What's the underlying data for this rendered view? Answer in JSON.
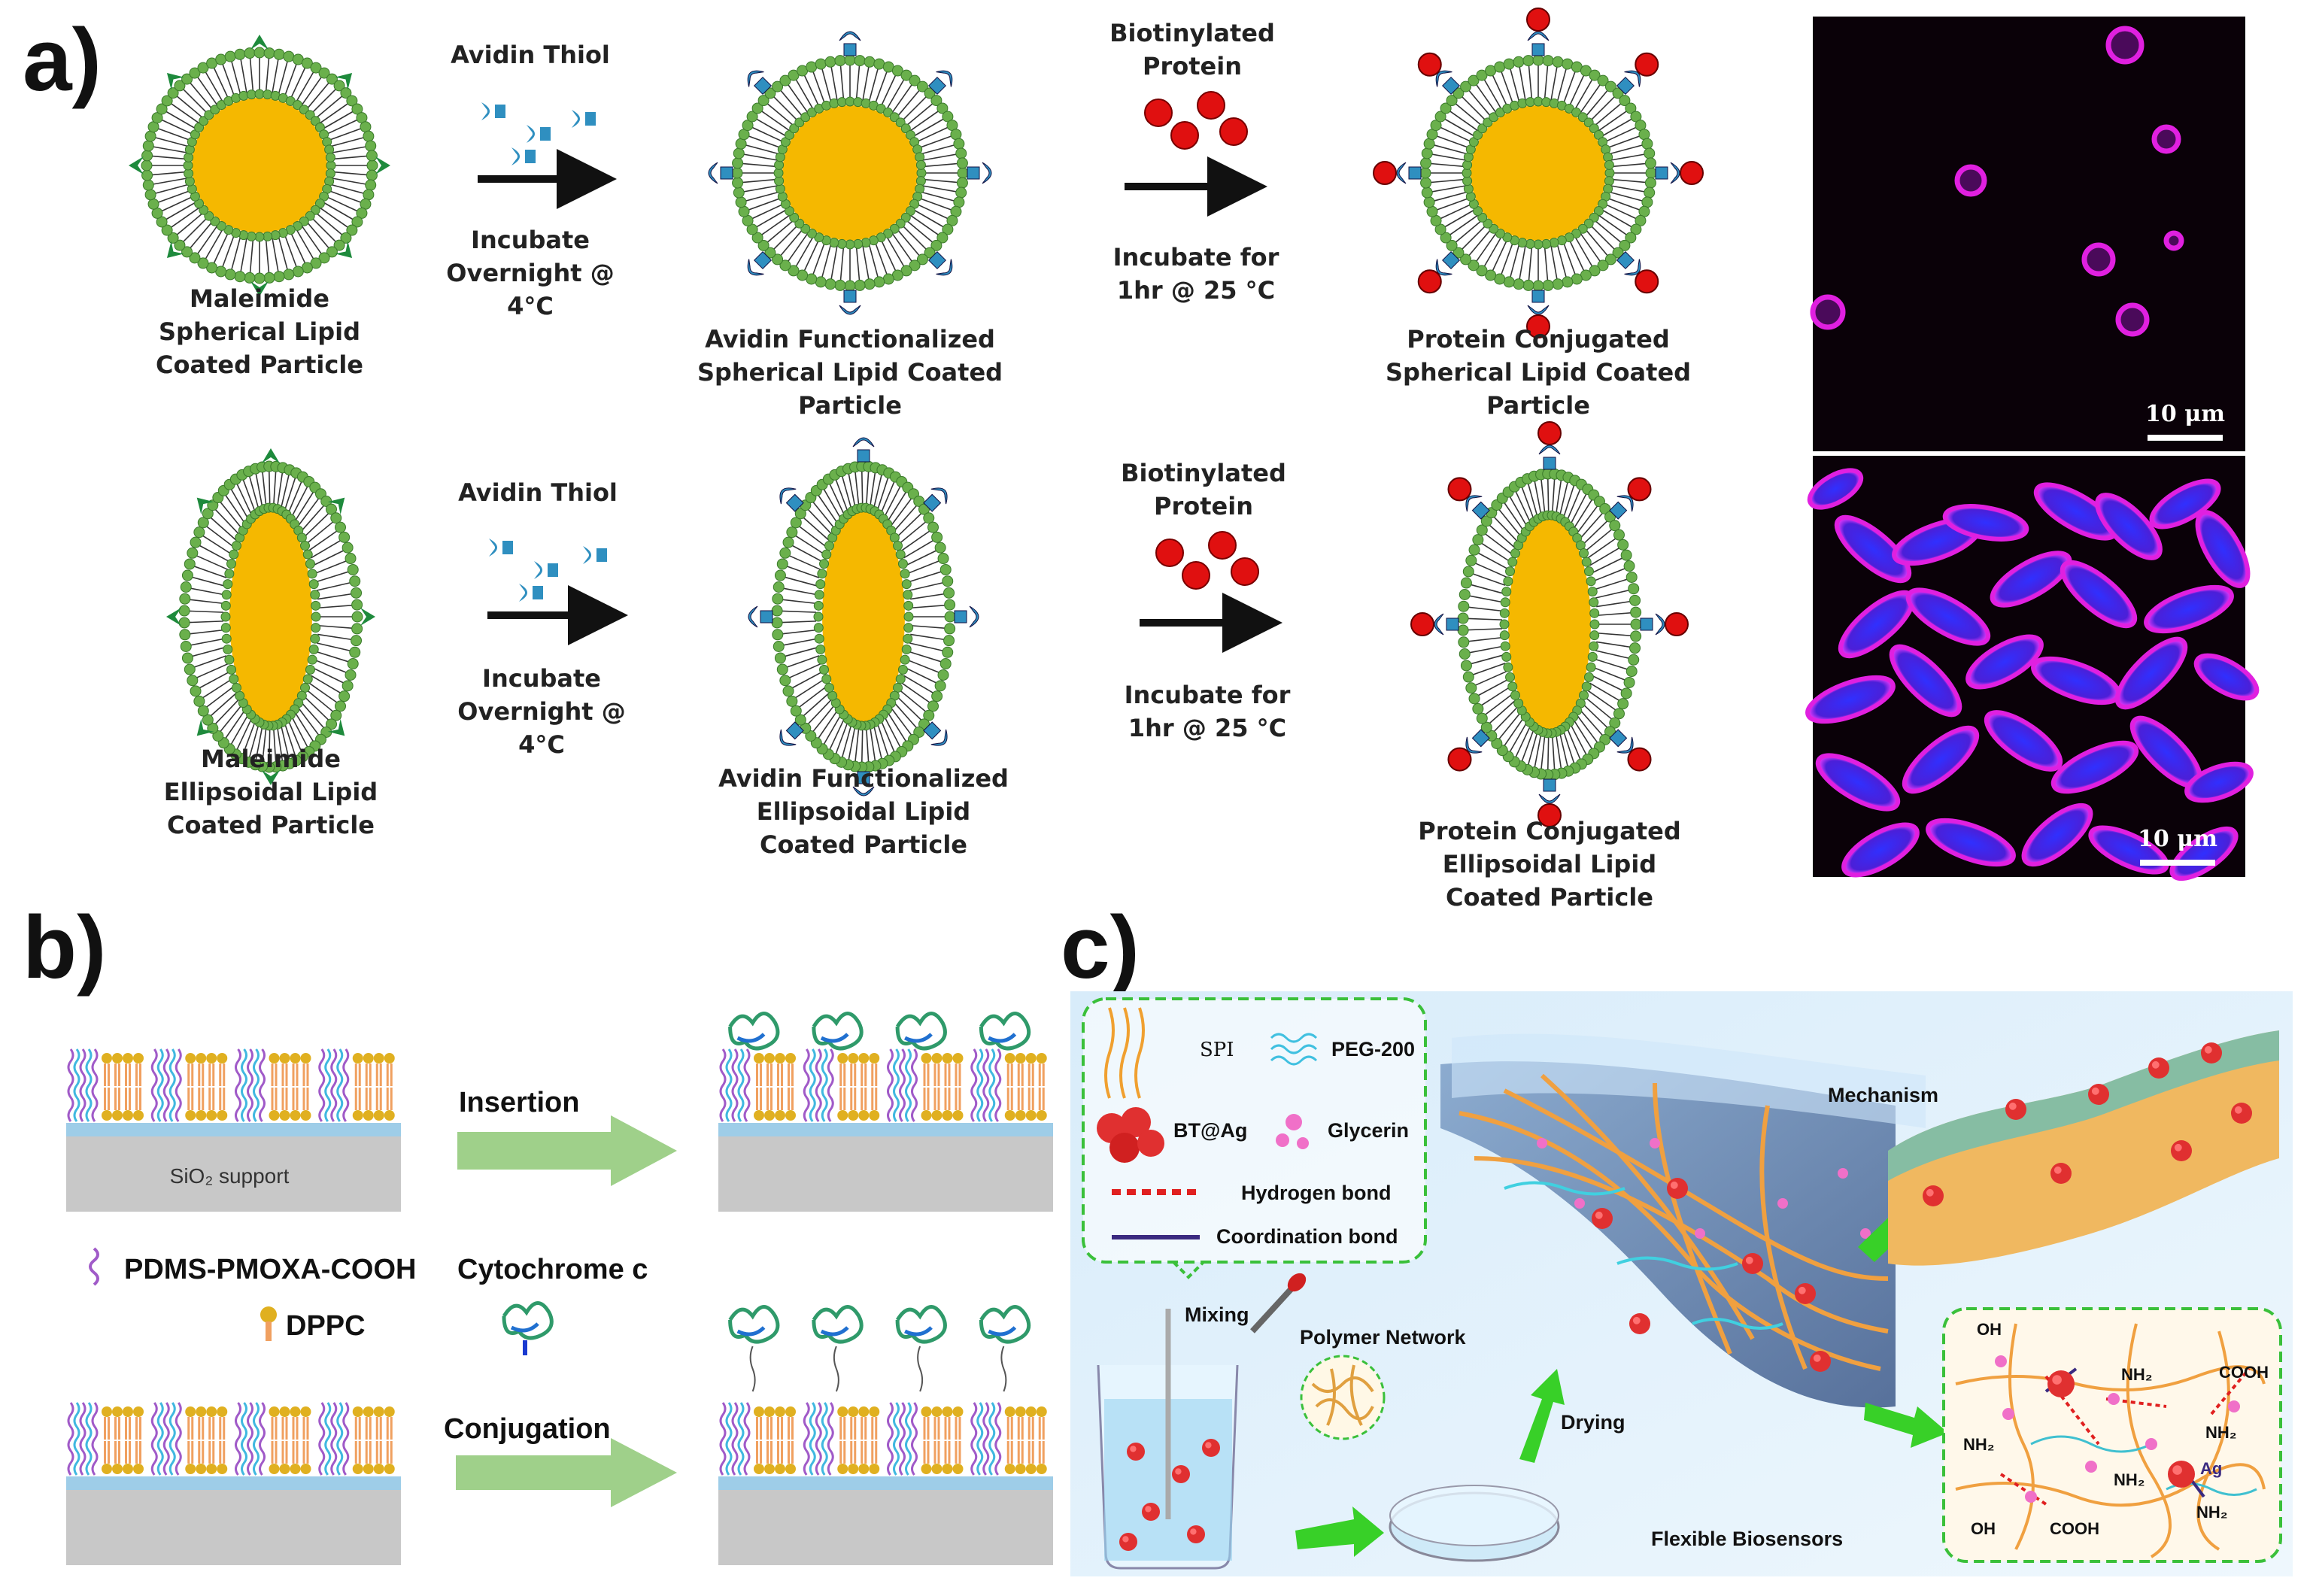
{
  "panels": {
    "a": "a)",
    "b": "b)",
    "c": "c)"
  },
  "panel_a": {
    "row1": {
      "particle1": [
        "Maleimide",
        "Spherical Lipid",
        "Coated Particle"
      ],
      "step1_reagent": "Avidin Thiol",
      "step1_condition": [
        "Incubate",
        "Overnight @",
        "4°C"
      ],
      "particle2": [
        "Avidin Functionalized",
        "Spherical Lipid Coated",
        "Particle"
      ],
      "step2_reagent": [
        "Biotinylated",
        "Protein"
      ],
      "step2_condition": [
        "Incubate for",
        "1hr @ 25 °C"
      ],
      "particle3": [
        "Protein Conjugated",
        "Spherical Lipid Coated",
        "Particle"
      ]
    },
    "row2": {
      "particle1": [
        "Maleimide",
        "Ellipsoidal Lipid",
        "Coated Particle"
      ],
      "step1_reagent": "Avidin Thiol",
      "step1_condition": [
        "Incubate",
        "Overnight @",
        "4°C"
      ],
      "particle2": [
        "Avidin Functionalized",
        "Ellipsoidal Lipid",
        "Coated Particle"
      ],
      "step2_reagent": [
        "Biotinylated",
        "Protein"
      ],
      "step2_condition": [
        "Incubate for",
        "1hr @ 25 °C"
      ],
      "particle3": [
        "Protein Conjugated",
        "Ellipsoidal Lipid",
        "Coated Particle"
      ]
    },
    "scalebar_top": "10 μm",
    "scalebar_bottom": "10 μm"
  },
  "panel_b": {
    "support_label": "SiO₂ support",
    "insertion": "Insertion",
    "conjugation": "Conjugation",
    "legend_polymer": "PDMS-PMOXA-COOH",
    "legend_lipid": "DPPC",
    "cytochrome": "Cytochrome c"
  },
  "panel_c": {
    "legend": {
      "spi": "SPI",
      "peg": "PEG-200",
      "btag": "BT@Ag",
      "glycerin": "Glycerin",
      "hbond": "Hydrogen bond",
      "coord": "Coordination bond"
    },
    "mixing": "Mixing",
    "polymer_network": "Polymer Network",
    "drying": "Drying",
    "flexible": "Flexible Biosensors",
    "mechanism": "Mechanism",
    "chem": {
      "oh": "OH",
      "nh2": "NH₂",
      "cooh": "COOH",
      "ag": "Ag"
    }
  },
  "colors": {
    "core": "#f5b800",
    "lipid_head": "#6ab04c",
    "maleimide": "#1e8a3c",
    "avidin": "#2f8fc0",
    "protein": "#e01010",
    "arrow_green": "#9fd08a",
    "fluor_magenta": "#e020e0",
    "fluor_blue": "#3a3aff"
  }
}
